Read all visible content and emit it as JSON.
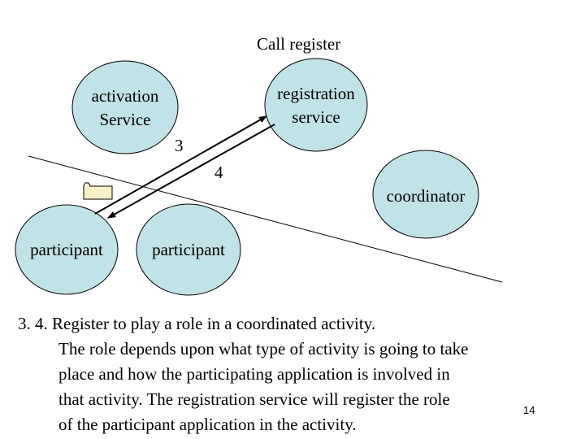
{
  "title": "Call register",
  "nodes": {
    "activation_service": [
      "activation",
      "Service"
    ],
    "registration_service": [
      "registration",
      "service"
    ],
    "coordinator": "coordinator",
    "participant_left": "participant",
    "participant_right": "participant"
  },
  "step_numbers": [
    "3",
    "4"
  ],
  "description": {
    "first_line": "3. 4. Register to play a role in a coordinated activity.",
    "continuation": [
      "The role depends upon what type of activity is going to take",
      "place and how the participating application is involved in",
      "that activity. The registration service will register the role",
      "of the participant application in the activity."
    ]
  },
  "page_number": "14",
  "colors": {
    "node_fill": "#c1e2e6",
    "stroke": "#000000"
  }
}
